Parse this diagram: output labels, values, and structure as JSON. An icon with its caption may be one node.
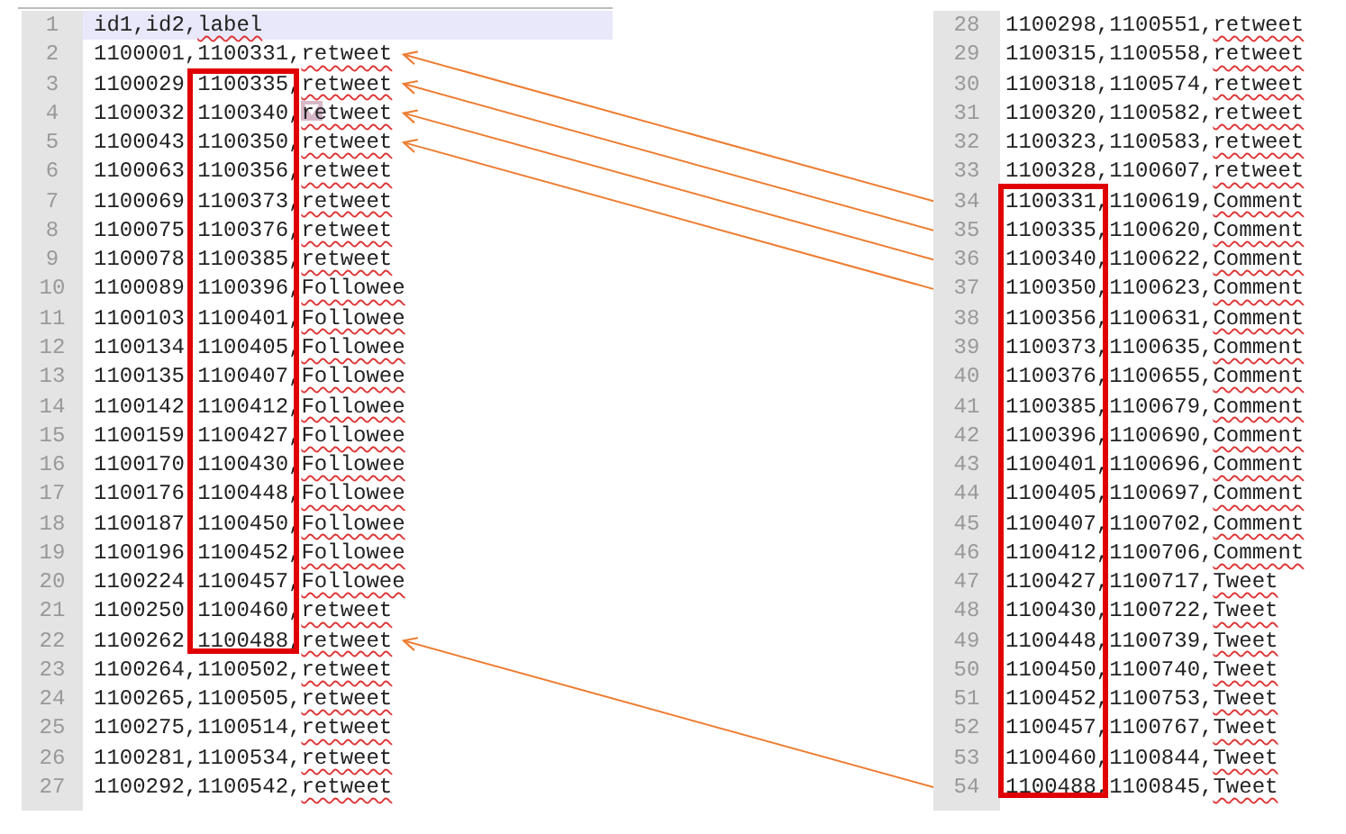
{
  "diagram": {
    "nodes": [
      {
        "text": [
          "1",
          "id1,id2,label"
        ]
      },
      {
        "text": [
          "2",
          "1100001,1100331,retweet"
        ]
      },
      {
        "text": [
          "3",
          "1100029,1100335,retweet"
        ]
      },
      {
        "text": [
          "4",
          "1100032,1100340,retweet"
        ]
      },
      {
        "text": [
          "5",
          "1100043,1100350,retweet"
        ]
      },
      {
        "text": [
          "6",
          "1100063,1100356,retweet"
        ]
      },
      {
        "text": [
          "7",
          "1100069,1100373,retweet"
        ]
      },
      {
        "text": [
          "8",
          "1100075,1100376,retweet"
        ]
      },
      {
        "text": [
          "9",
          "1100078,1100385,retweet"
        ]
      },
      {
        "text": [
          "10",
          "1100089,1100396,Followee"
        ]
      },
      {
        "text": [
          "11",
          "1100103,1100401,Followee"
        ]
      },
      {
        "text": [
          "12",
          "1100134,1100405,Followee"
        ]
      },
      {
        "text": [
          "13",
          "1100135,1100407,Followee"
        ]
      },
      {
        "text": [
          "14",
          "1100142,1100412,Followee"
        ]
      },
      {
        "text": [
          "15",
          "1100159,1100427,Followee"
        ]
      },
      {
        "text": [
          "16",
          "1100170,1100430,Followee"
        ]
      },
      {
        "text": [
          "17",
          "1100176,1100448,Followee"
        ]
      },
      {
        "text": [
          "18",
          "1100187,1100450,Followee"
        ]
      },
      {
        "text": [
          "19",
          "1100196,1100452,Followee"
        ]
      },
      {
        "text": [
          "20",
          "1100224,1100457,Followee"
        ]
      },
      {
        "text": [
          "21",
          "1100250,1100460,retweet"
        ]
      },
      {
        "text": [
          "22",
          "1100262,1100488,retweet"
        ]
      },
      {
        "text": [
          "23",
          "1100264,1100502,retweet"
        ]
      },
      {
        "text": [
          "24",
          "1100265,1100505,retweet"
        ]
      },
      {
        "text": [
          "25",
          "1100275,1100514,retweet"
        ]
      },
      {
        "text": [
          "26",
          "1100281,1100534,retweet"
        ]
      },
      {
        "text": [
          "27",
          "1100292,1100542,retweet"
        ]
      },
      {
        "text": [
          "28",
          "1100298,1100551,retweet"
        ]
      },
      {
        "text": [
          "29",
          "1100315,1100558,retweet"
        ]
      },
      {
        "text": [
          "30",
          "1100318,1100574,retweet"
        ]
      },
      {
        "text": [
          "31",
          "1100320,1100582,retweet"
        ]
      },
      {
        "text": [
          "32",
          "1100323,1100583,retweet"
        ]
      },
      {
        "text": [
          "33",
          "1100328,1100607,retweet"
        ]
      },
      {
        "text": [
          "34",
          "1100331,1100619,Comment"
        ]
      },
      {
        "text": [
          "35",
          "1100335,1100620,Comment"
        ]
      },
      {
        "text": [
          "36",
          "1100340,1100622,Comment"
        ]
      },
      {
        "text": [
          "37",
          "1100350,1100623,Comment"
        ]
      },
      {
        "text": [
          "38",
          "1100356,1100631,Comment"
        ]
      },
      {
        "text": [
          "39",
          "1100373,1100635,Comment"
        ]
      },
      {
        "text": [
          "40",
          "1100376,1100655,Comment"
        ]
      },
      {
        "text": [
          "41",
          "1100385,1100679,Comment"
        ]
      },
      {
        "text": [
          "42",
          "1100396,1100690,Comment"
        ]
      },
      {
        "text": [
          "43",
          "1100401,1100696,Comment"
        ]
      },
      {
        "text": [
          "44",
          "1100405,1100697,Comment"
        ]
      },
      {
        "text": [
          "45",
          "1100407,1100702,Comment"
        ]
      },
      {
        "text": [
          "46",
          "1100412,1100706,Comment"
        ]
      },
      {
        "text": [
          "47",
          "1100427,1100717,Tweet"
        ]
      },
      {
        "text": [
          "48",
          "1100430,1100722,Tweet"
        ]
      },
      {
        "text": [
          "49",
          "1100448,1100739,Tweet"
        ]
      },
      {
        "text": [
          "50",
          "1100450,1100740,Tweet"
        ]
      },
      {
        "text": [
          "51",
          "1100452,1100753,Tweet"
        ]
      },
      {
        "text": [
          "52",
          "1100457,1100767,Tweet"
        ]
      },
      {
        "text": [
          "53",
          "1100460,1100844,Tweet"
        ]
      },
      {
        "text": [
          "54",
          "1100488,1100845,Tweet"
        ]
      }
    ],
    "edges": [
      {
        "from": 33,
        "to": 1,
        "arrow": "to"
      },
      {
        "from": 34,
        "to": 2,
        "arrow": "to"
      },
      {
        "from": 35,
        "to": 3,
        "arrow": "to"
      },
      {
        "from": 36,
        "to": 4,
        "arrow": "to"
      },
      {
        "from": 53,
        "to": 21,
        "arrow": "to"
      }
    ]
  }
}
